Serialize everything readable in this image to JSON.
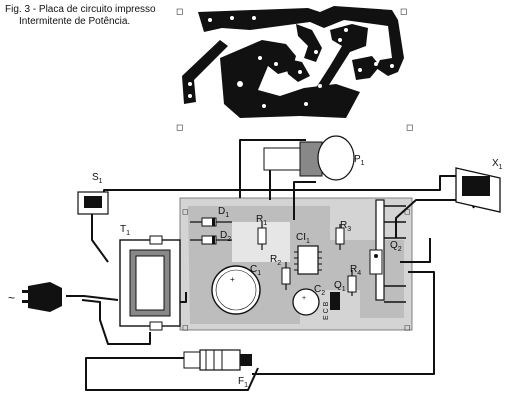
{
  "caption": {
    "line1": "Fig. 3 - Placa de circuito impresso",
    "line2": "Intermitente de Potência."
  },
  "labels": {
    "S1": "S",
    "S1_sub": "1",
    "T1": "T",
    "T1_sub": "1",
    "D1": "D",
    "D1_sub": "1",
    "D2": "D",
    "D2_sub": "2",
    "R1": "R",
    "R1_sub": "1",
    "R2": "R",
    "R2_sub": "2",
    "R3": "R",
    "R3_sub": "3",
    "R4": "R",
    "R4_sub": "4",
    "CI1": "CI",
    "CI1_sub": "1",
    "C1": "C",
    "C1_sub": "1",
    "C2": "C",
    "C2_sub": "2",
    "Q1": "Q",
    "Q1_sub": "1",
    "Q2": "Q",
    "Q2_sub": "2",
    "P1": "P",
    "P1_sub": "1",
    "X1": "X",
    "X1_sub": "1",
    "F1": "F",
    "F1_sub": "1",
    "ECB": "E C B",
    "mains": "~"
  }
}
